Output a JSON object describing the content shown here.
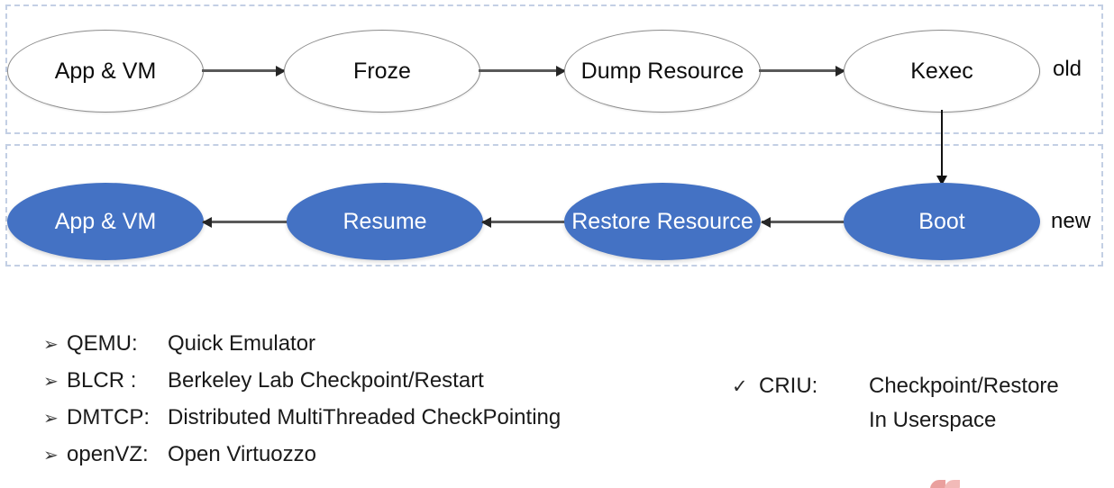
{
  "diagram": {
    "groups": [
      {
        "id": "old",
        "side_label": "old"
      },
      {
        "id": "new",
        "side_label": "new"
      }
    ],
    "old_row": {
      "nodes": [
        {
          "id": "app-vm-old",
          "label": "App & VM"
        },
        {
          "id": "froze",
          "label": "Froze"
        },
        {
          "id": "dump-resource",
          "label": "Dump Resource"
        },
        {
          "id": "kexec",
          "label": "Kexec"
        }
      ]
    },
    "new_row": {
      "nodes": [
        {
          "id": "app-vm-new",
          "label": "App & VM"
        },
        {
          "id": "resume",
          "label": "Resume"
        },
        {
          "id": "restore-resource",
          "label": "Restore Resource"
        },
        {
          "id": "boot",
          "label": "Boot"
        }
      ]
    },
    "colors": {
      "node_new_fill": "#4472C4",
      "node_new_text": "#FFFFFF",
      "node_old_fill": "#FFFFFF",
      "node_old_stroke": "#8C8C8C",
      "group_border": "#C3CFE4",
      "arrow": "#595959"
    }
  },
  "legend_left": {
    "bullet_glyph": "➢",
    "items": [
      {
        "term": "QEMU:",
        "desc": "Quick Emulator"
      },
      {
        "term": "BLCR :",
        "desc": "Berkeley Lab Checkpoint/Restart"
      },
      {
        "term": "DMTCP:",
        "desc": "Distributed MultiThreaded CheckPointing"
      },
      {
        "term": "openVZ:",
        "desc": "Open Virtuozzo"
      }
    ]
  },
  "legend_right": {
    "check_glyph": "✓",
    "term": "CRIU:",
    "desc_line_1": "Checkpoint/Restore",
    "desc_line_2": "In Userspace"
  }
}
